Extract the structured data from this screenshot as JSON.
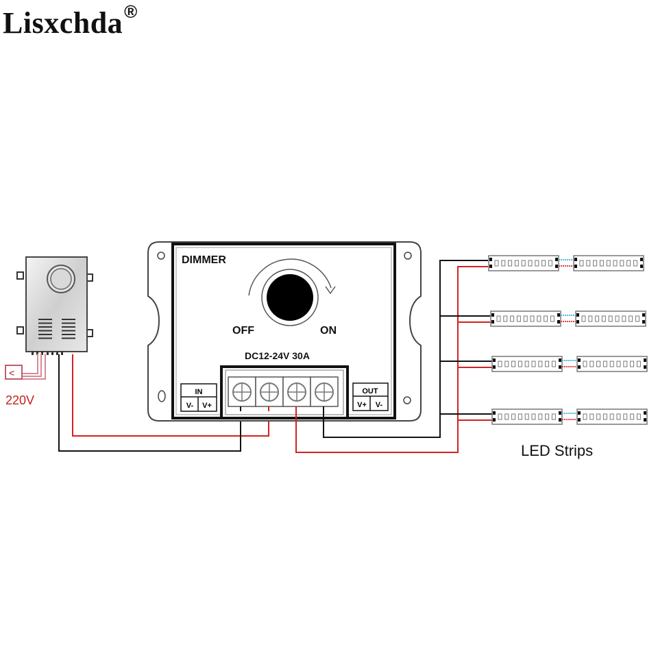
{
  "brand": {
    "name": "Lisxchda",
    "mark": "®"
  },
  "power_supply": {
    "input_label": "220V",
    "plug_symbol": "<"
  },
  "dimmer": {
    "title": "DIMMER",
    "knob_off_label": "OFF",
    "knob_on_label": "ON",
    "rating": "DC12-24V 30A",
    "input_block": {
      "title": "IN",
      "terminals": [
        "V-",
        "V+"
      ]
    },
    "output_block": {
      "title": "OUT",
      "terminals": [
        "V+",
        "V-"
      ]
    }
  },
  "led_strips": {
    "label": "LED Strips",
    "rows": 4,
    "segments_per_row": 2,
    "leds_per_segment": 9
  },
  "colors": {
    "positive_wire": "#d42020",
    "negative_wire": "#111111",
    "link_blue": "#4fb8e6",
    "link_red": "#e04040",
    "label_red": "#c62020"
  }
}
